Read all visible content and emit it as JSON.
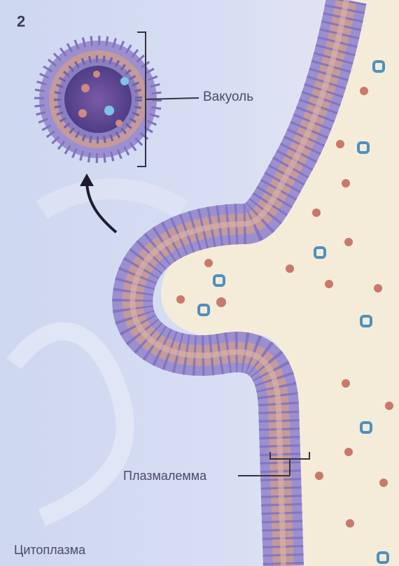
{
  "panel_number": "2",
  "labels": {
    "vacuole": "Вакуоль",
    "plasma_membrane": "Плазмалемма",
    "cytoplasm": "Цитоплазма"
  },
  "colors": {
    "cytoplasm": "#c9d3ee",
    "extracellular": "#f4ecd8",
    "membrane_lipid": "#b98a95",
    "membrane_heads": "#8a7fc0",
    "vacuole_interior": "#6a4f9a",
    "particle_red": "#c9786a",
    "particle_blue": "#5aa0c8"
  }
}
